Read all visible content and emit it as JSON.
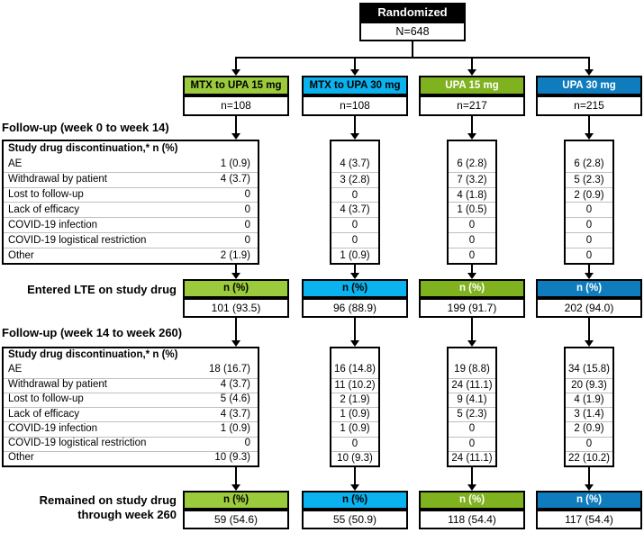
{
  "top": {
    "randomized_label": "Randomized",
    "n_total": "N=648"
  },
  "colors": {
    "arm_colors": [
      "#9BCB3C",
      "#0AB3EE",
      "#7FB21E",
      "#0F7CBD"
    ],
    "arm_text_colors": [
      "#000000",
      "#000000",
      "#FFFFFF",
      "#FFFFFF"
    ],
    "row_separator": "#BFBFBF",
    "randomized_header_bg": "#000000"
  },
  "arms": [
    {
      "label": "MTX to UPA 15 mg",
      "n": "n=108"
    },
    {
      "label": "MTX to UPA 30 mg",
      "n": "n=108"
    },
    {
      "label": "UPA 15 mg",
      "n": "n=217"
    },
    {
      "label": "UPA 30 mg",
      "n": "n=215"
    }
  ],
  "sections": [
    {
      "label": "Follow-up (week 0 to week 14)",
      "table_header": "Study drug discontinuation,* n (%)",
      "rows": [
        {
          "label": "AE",
          "values": [
            "1 (0.9)",
            "4 (3.7)",
            "6 (2.8)",
            "6 (2.8)"
          ]
        },
        {
          "label": "Withdrawal by patient",
          "values": [
            "4 (3.7)",
            "3 (2.8)",
            "7 (3.2)",
            "5 (2.3)"
          ]
        },
        {
          "label": "Lost to follow-up",
          "values": [
            "0",
            "0",
            "4 (1.8)",
            "2 (0.9)"
          ]
        },
        {
          "label": "Lack of efficacy",
          "values": [
            "0",
            "4 (3.7)",
            "1 (0.5)",
            "0"
          ]
        },
        {
          "label": "COVID-19 infection",
          "values": [
            "0",
            "0",
            "0",
            "0"
          ]
        },
        {
          "label": "COVID-19 logistical restriction",
          "values": [
            "0",
            "0",
            "0",
            "0"
          ]
        },
        {
          "label": "Other",
          "values": [
            "2 (1.9)",
            "1 (0.9)",
            "0",
            "0"
          ]
        }
      ],
      "outcome": {
        "label": "Entered LTE on study drug",
        "header_label": "n (%)",
        "values": [
          "101 (93.5)",
          "96 (88.9)",
          "199 (91.7)",
          "202 (94.0)"
        ]
      }
    },
    {
      "label": "Follow-up (week 14 to week 260)",
      "table_header": "Study drug discontinuation,* n (%)",
      "rows": [
        {
          "label": "AE",
          "values": [
            "18 (16.7)",
            "16 (14.8)",
            "19 (8.8)",
            "34 (15.8)"
          ]
        },
        {
          "label": "Withdrawal by patient",
          "values": [
            "4 (3.7)",
            "11 (10.2)",
            "24 (11.1)",
            "20 (9.3)"
          ]
        },
        {
          "label": "Lost to follow-up",
          "values": [
            "5 (4.6)",
            "2 (1.9)",
            "9 (4.1)",
            "4 (1.9)"
          ]
        },
        {
          "label": "Lack of efficacy",
          "values": [
            "4 (3.7)",
            "1 (0.9)",
            "5 (2.3)",
            "3 (1.4)"
          ]
        },
        {
          "label": "COVID-19 infection",
          "values": [
            "1 (0.9)",
            "1 (0.9)",
            "0",
            "2 (0.9)"
          ]
        },
        {
          "label": "COVID-19 logistical restriction",
          "values": [
            "0",
            "0",
            "0",
            "0"
          ]
        },
        {
          "label": "Other",
          "values": [
            "10 (9.3)",
            "10 (9.3)",
            "24 (11.1)",
            "22 (10.2)"
          ]
        }
      ],
      "outcome": {
        "label_line1": "Remained on study drug",
        "label_line2": "through week 260",
        "header_label": "n (%)",
        "values": [
          "59 (54.6)",
          "55 (50.9)",
          "118 (54.4)",
          "117 (54.4)"
        ]
      }
    }
  ]
}
